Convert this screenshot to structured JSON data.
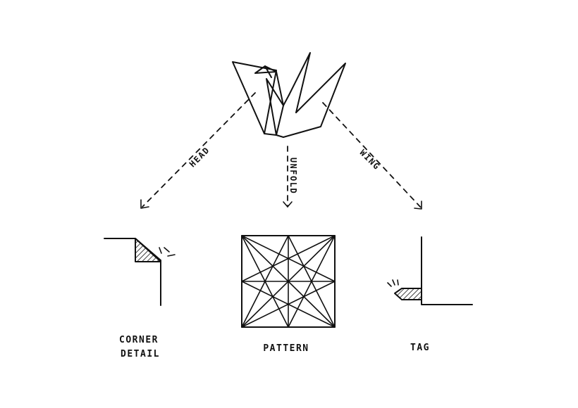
{
  "arrows": {
    "head_label": "HEAD",
    "unfold_label": "UNFOLD",
    "wing_label": "WING"
  },
  "panels": {
    "corner_line1": "CORNER",
    "corner_line2": "DETAIL",
    "pattern": "PATTERN",
    "tag": "TAG"
  }
}
